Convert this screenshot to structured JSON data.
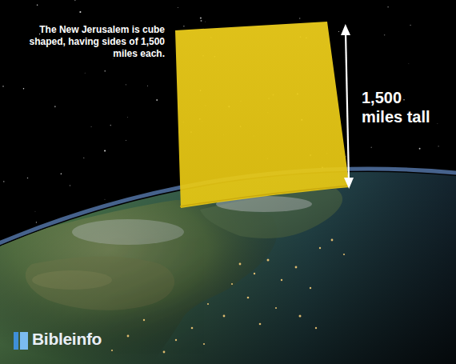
{
  "diagram": {
    "labels": [
      "The New Jerusalem is cube shaped, having sides of 1,500 miles each.",
      "1,500 miles tall",
      "Bibleinfo"
    ]
  }
}
